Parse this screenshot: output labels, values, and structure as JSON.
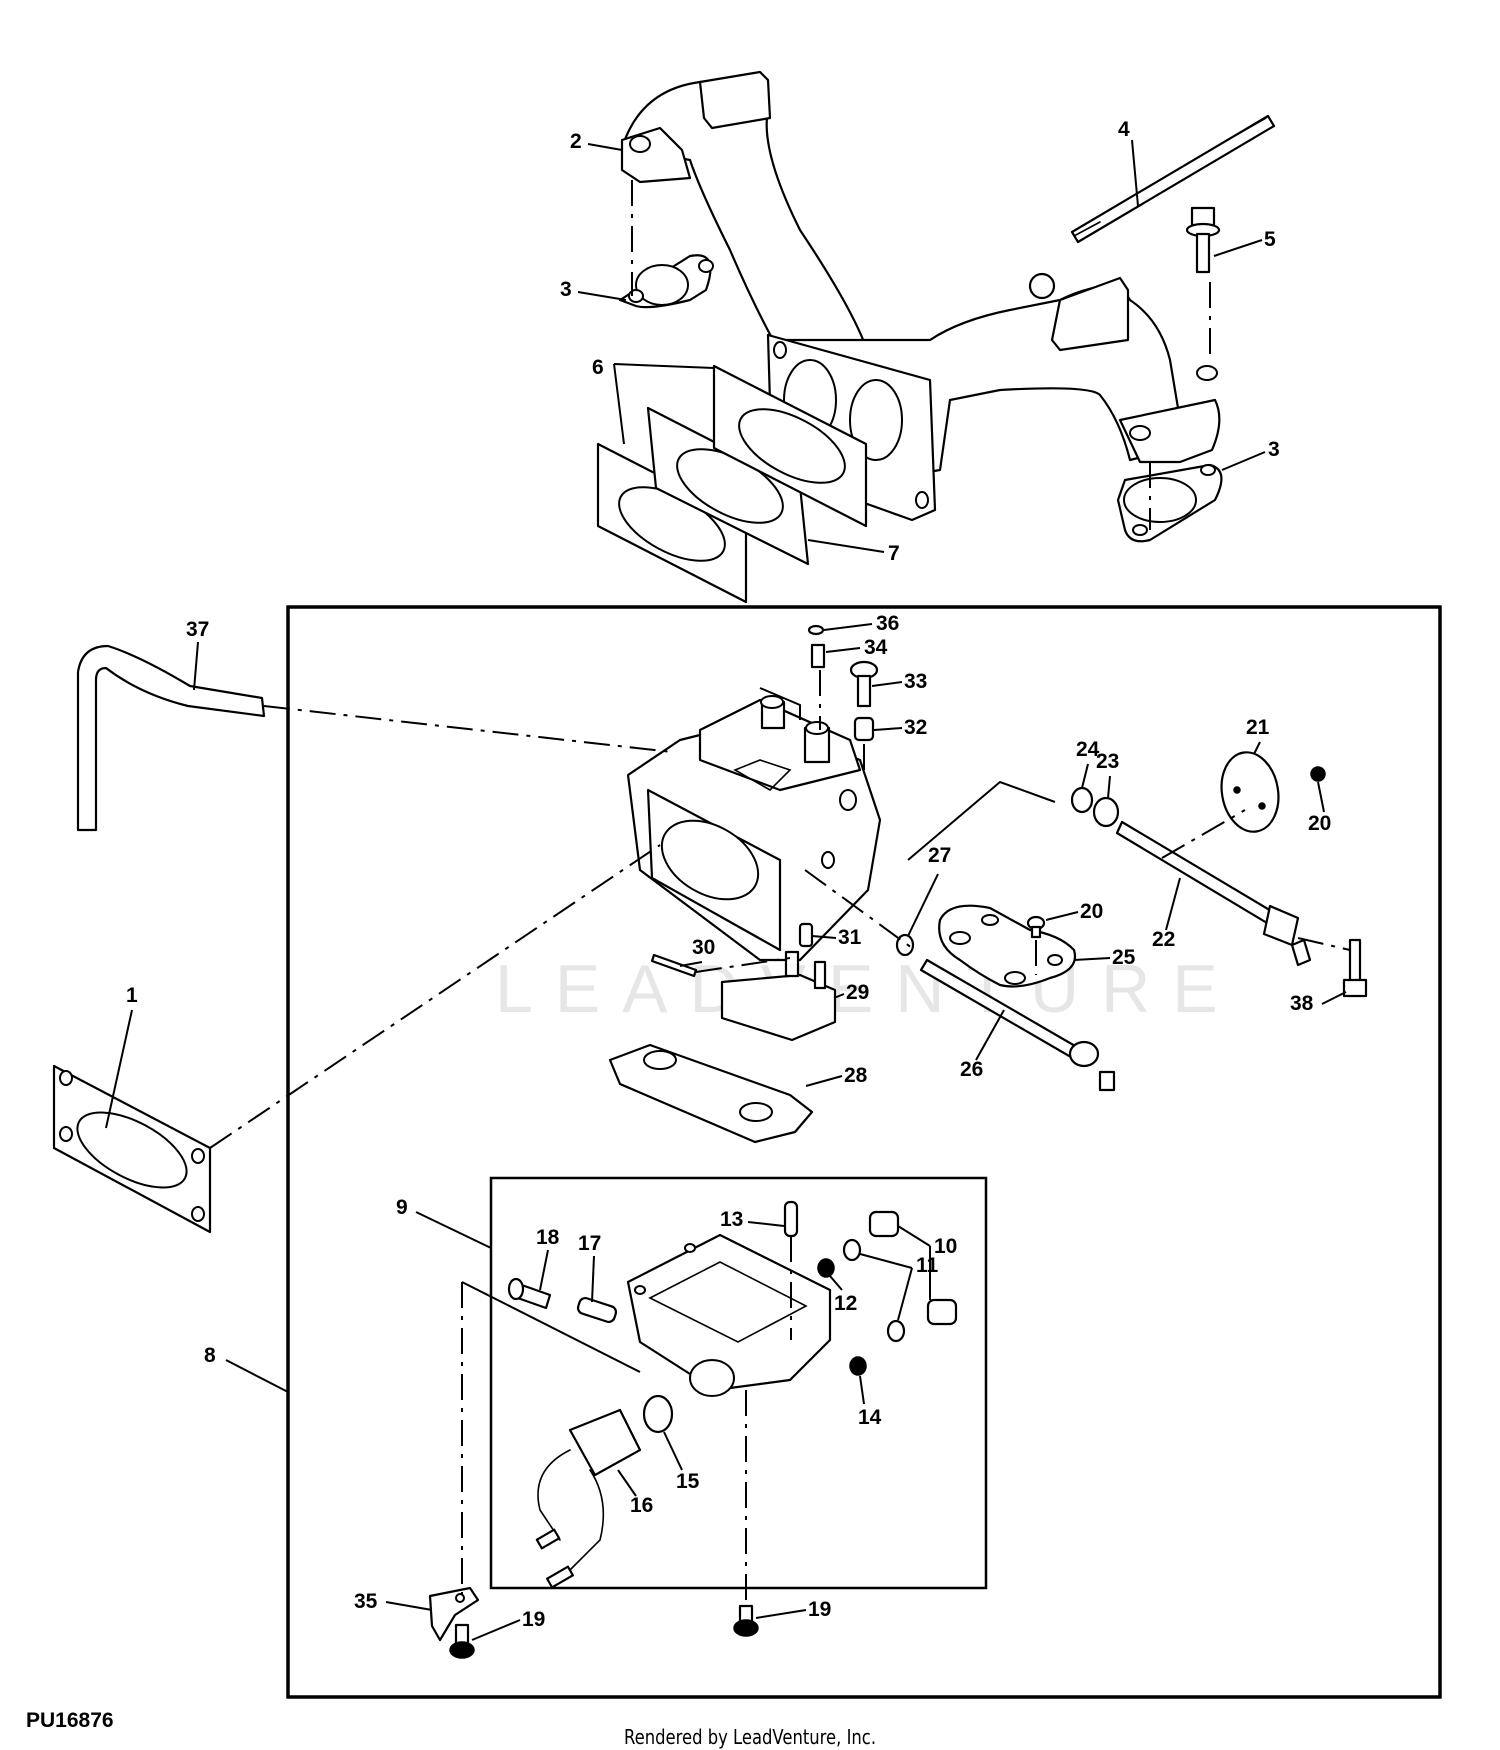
{
  "diagram": {
    "title": "Carburetor and Intake Manifold Exploded View",
    "figure_id": "PU16876",
    "footer": "Rendered by LeadVenture, Inc.",
    "watermark": "LEADVENTURE",
    "callouts": [
      {
        "id": "c1",
        "label": "1"
      },
      {
        "id": "c2",
        "label": "2"
      },
      {
        "id": "c3a",
        "label": "3"
      },
      {
        "id": "c3b",
        "label": "3"
      },
      {
        "id": "c4",
        "label": "4"
      },
      {
        "id": "c5",
        "label": "5"
      },
      {
        "id": "c6",
        "label": "6"
      },
      {
        "id": "c7",
        "label": "7"
      },
      {
        "id": "c8",
        "label": "8"
      },
      {
        "id": "c9",
        "label": "9"
      },
      {
        "id": "c10",
        "label": "10"
      },
      {
        "id": "c11",
        "label": "11"
      },
      {
        "id": "c12",
        "label": "12"
      },
      {
        "id": "c13",
        "label": "13"
      },
      {
        "id": "c14",
        "label": "14"
      },
      {
        "id": "c15",
        "label": "15"
      },
      {
        "id": "c16",
        "label": "16"
      },
      {
        "id": "c17",
        "label": "17"
      },
      {
        "id": "c18",
        "label": "18"
      },
      {
        "id": "c19a",
        "label": "19"
      },
      {
        "id": "c19b",
        "label": "19"
      },
      {
        "id": "c20a",
        "label": "20"
      },
      {
        "id": "c20b",
        "label": "20"
      },
      {
        "id": "c21",
        "label": "21"
      },
      {
        "id": "c22",
        "label": "22"
      },
      {
        "id": "c23",
        "label": "23"
      },
      {
        "id": "c24",
        "label": "24"
      },
      {
        "id": "c25",
        "label": "25"
      },
      {
        "id": "c26",
        "label": "26"
      },
      {
        "id": "c27",
        "label": "27"
      },
      {
        "id": "c28",
        "label": "28"
      },
      {
        "id": "c29",
        "label": "29"
      },
      {
        "id": "c30",
        "label": "30"
      },
      {
        "id": "c31",
        "label": "31"
      },
      {
        "id": "c32",
        "label": "32"
      },
      {
        "id": "c33",
        "label": "33"
      },
      {
        "id": "c34",
        "label": "34"
      },
      {
        "id": "c35",
        "label": "35"
      },
      {
        "id": "c36",
        "label": "36"
      },
      {
        "id": "c37",
        "label": "37"
      },
      {
        "id": "c38",
        "label": "38"
      }
    ]
  }
}
